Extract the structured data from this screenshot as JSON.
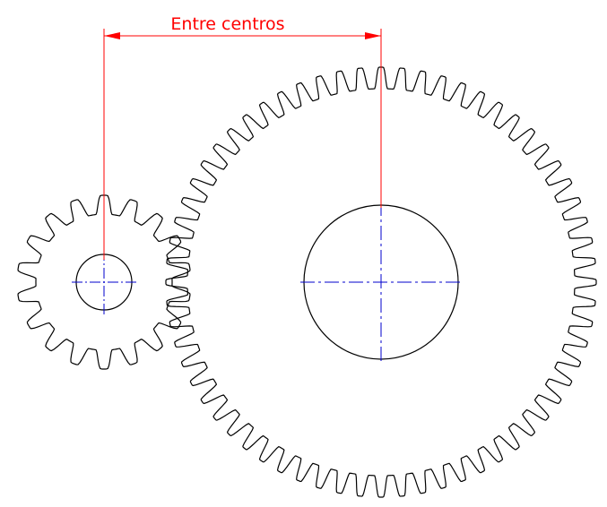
{
  "dimension": {
    "label": "Entre centros",
    "color": "#ff0000"
  },
  "colors": {
    "outline": "#000000",
    "centerline": "#0000cc"
  },
  "pinion": {
    "teeth": 18
  },
  "gear": {
    "teeth": 64
  }
}
